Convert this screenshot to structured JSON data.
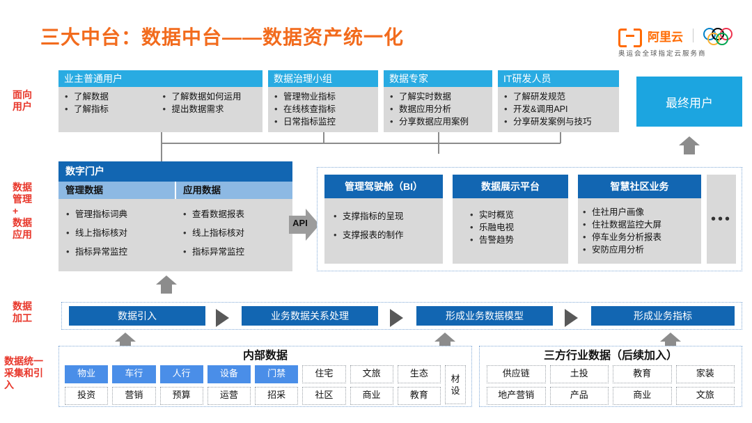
{
  "header": {
    "title": "三大中台：数据中台——数据资产统一化",
    "brand_name": "阿里云",
    "brand_sub": "奥运会全球指定云服务商"
  },
  "rails": {
    "users": "面向\n用户",
    "users_l1": "面向",
    "users_l2": "用户",
    "manage_l1": "数据",
    "manage_l2": "管理",
    "manage_l3": "+",
    "manage_l4": "数据",
    "manage_l5": "应用",
    "process_l1": "数据",
    "process_l2": "加工",
    "collect_l1": "数据统一",
    "collect_l2": "采集和引",
    "collect_l3": "入"
  },
  "user_cards": [
    {
      "title": "业主普通用户",
      "col1": [
        "了解数据",
        "了解指标"
      ],
      "col2": [
        "了解数据如何运用",
        "提出数据需求"
      ]
    },
    {
      "title": "数据治理小组",
      "col1": [
        "管理物业指标",
        "在线核查指标",
        "日常指标监控"
      ],
      "col2": []
    },
    {
      "title": "数据专家",
      "col1": [
        "了解实时数据",
        "数据应用分析",
        "分享数据应用案例"
      ],
      "col2": []
    },
    {
      "title": "IT研发人员",
      "col1": [
        "了解研发规范",
        "开发&调用API",
        "分享研发案例与技巧"
      ],
      "col2": []
    }
  ],
  "final_user": {
    "label": "最终用户"
  },
  "portal": {
    "title": "数字门户",
    "sub_left": "管理数据",
    "sub_right": "应用数据",
    "items_left": [
      "管理指标词典",
      "线上指标核对",
      "指标异常监控"
    ],
    "items_right": [
      "查看数据报表",
      "线上指标核对",
      "指标异常监控"
    ]
  },
  "api": {
    "label": "API"
  },
  "app_cards": [
    {
      "title": "管理驾驶舱（BI）",
      "items": [
        "支撑指标的呈现",
        "支撑报表的制作"
      ]
    },
    {
      "title": "数据展示平台",
      "items": [
        "实时概览",
        "乐融电视",
        "告警趋势"
      ]
    },
    {
      "title": "智慧社区业务",
      "items": [
        "住社用户画像",
        "住社数据监控大屏",
        "停车业务分析报表",
        "安防应用分析"
      ]
    }
  ],
  "more_box": {
    "label": "•••"
  },
  "process": {
    "steps": [
      "数据引入",
      "业务数据关系处理",
      "形成业务数据模型",
      "形成业务指标"
    ]
  },
  "internal_data": {
    "title": "内部数据",
    "row1": [
      {
        "text": "物业",
        "blue": true
      },
      {
        "text": "车行",
        "blue": true
      },
      {
        "text": "人行",
        "blue": true
      },
      {
        "text": "设备",
        "blue": true
      },
      {
        "text": "门禁",
        "blue": true
      },
      {
        "text": "住宅",
        "blue": false
      },
      {
        "text": "文旅",
        "blue": false
      },
      {
        "text": "生态",
        "blue": false
      }
    ],
    "row2": [
      {
        "text": "投资",
        "blue": false
      },
      {
        "text": "营销",
        "blue": false
      },
      {
        "text": "预算",
        "blue": false
      },
      {
        "text": "运营",
        "blue": false
      },
      {
        "text": "招采",
        "blue": false
      },
      {
        "text": "社区",
        "blue": false
      },
      {
        "text": "商业",
        "blue": false
      },
      {
        "text": "教育",
        "blue": false
      }
    ],
    "side_tag_l1": "材",
    "side_tag_l2": "设"
  },
  "third_party": {
    "title": "三方行业数据（后续加入）",
    "row1": [
      "供应链",
      "土投",
      "教育",
      "家装"
    ],
    "row2": [
      "地产营销",
      "产品",
      "商业",
      "文旅"
    ]
  },
  "colors": {
    "title_orange": "#F26B1D",
    "rail_red": "#E8372B",
    "header_light_blue": "#29ABE2",
    "header_dark_blue": "#1266B2",
    "tag_blue": "#4A8EE8",
    "card_gray": "#D9D9D9"
  }
}
